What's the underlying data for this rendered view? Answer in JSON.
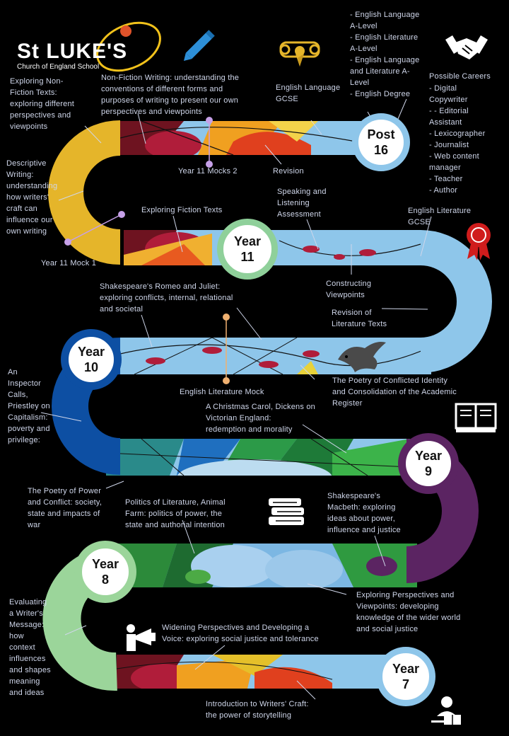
{
  "logo": {
    "name": "St LUKE'S",
    "subtitle": "Church of England School"
  },
  "stages": [
    {
      "line1": "Post",
      "line2": "16",
      "ring": "#8ec6ea"
    },
    {
      "line1": "Year",
      "line2": "11",
      "ring": "#8fd09a"
    },
    {
      "line1": "Year",
      "line2": "10",
      "ring": "#0d4fa3"
    },
    {
      "line1": "Year",
      "line2": "9",
      "ring": "#5b2462"
    },
    {
      "line1": "Year",
      "line2": "8",
      "ring": "#9bd59a"
    },
    {
      "line1": "Year",
      "line2": "7",
      "ring": "#8ec6ea"
    }
  ],
  "post16": {
    "options": "- English Language\nA-Level\n- English Literature\nA-Level\n- English Language\nand Literature  A-\nLevel\n- English Degree",
    "careers_title": "Possible Careers",
    "careers": "-    Digital\n     Copywriter\n-    - Editorial\n     Assistant\n-    Lexicographer\n-    Journalist\n-    Web content\n     manager\n-    Teacher\n-    Author"
  },
  "labels": {
    "non_fiction_texts": "Exploring Non-\nFiction Texts:\nexploring different\nperspectives and\nviewpoints",
    "non_fiction_writing": "Non-Fiction Writing: understanding the\nconventions of different forms and\npurposes of writing to present our own\nperspectives and viewpoints",
    "eng_lang_gcse": "English Language\nGCSE",
    "mocks2": "Year 11 Mocks 2",
    "revision": "Revision",
    "descriptive": "Descriptive\nWriting:\nunderstanding\nhow writers'\ncraft can\ninfluence our\nown writing",
    "speaking": "Speaking and\nListening\nAssessment",
    "fiction": "Exploring Fiction Texts",
    "eng_lit_gcse": "English Literature\nGCSE",
    "mock1": "Year 11 Mock 1",
    "constructing": "Constructing\nViewpoints",
    "romeo": "Shakespeare's  Romeo and Juliet:\nexploring conflicts, internal,  relational\nand societal",
    "revision_lit": "Revision of\nLiterature  Texts",
    "inspector": "An\nInspector\nCalls,\nPriestley  on\nCapitalism:\npoverty and\nprivilege:",
    "conflicted": "The Poetry of Conflicted Identity\nand Consolidation of the Academic\nRegister",
    "lit_mock": "English Literature  Mock",
    "christmas": "A Christmas Carol, Dickens on\nVictorian England:\nredemption  and morality",
    "power_poetry": "The Poetry of Power\nand Conflict: society,\nstate and impacts of\nwar",
    "politics": "Politics of Literature,    Animal\nFarm: politics of power,  the\nstate and authorial  intention",
    "macbeth": "Shakespeare's\nMacbeth: exploring\nideas about power,\ninfluence and justice",
    "evaluating": "Evaluating\na Writer's\nMessage:\nhow\ncontext\ninfluences\nand shapes\nmeaning\nand ideas",
    "perspectives": "Exploring Perspectives  and\nViewpoints: developing\nknowledge of the wider world\nand social justice",
    "widening": "Widening Perspectives and Developing  a\nVoice: exploring social justice and tolerance",
    "intro": "Introduction to Writers'  Craft:\nthe power of storytelling"
  },
  "colors": {
    "background": "#000000",
    "text": "#cfd6ea",
    "road_light_blue": "#8ec6ea",
    "road_yellow": "#e5b52a",
    "road_dark_blue": "#0d4fa3",
    "road_purple": "#5b2462",
    "road_green": "#9bd59a",
    "dot_lavender": "#c6a0e8",
    "dot_orange": "#f0b070",
    "logo_orange": "#e0532a",
    "award_red": "#d01c1c"
  },
  "icons": [
    "pencil-icon",
    "certificate-icon",
    "handshake-icon",
    "award-ribbon-icon",
    "dove-icon",
    "open-book-icon",
    "book-stack-icon",
    "megaphone-speaker-icon",
    "student-reading-icon"
  ]
}
